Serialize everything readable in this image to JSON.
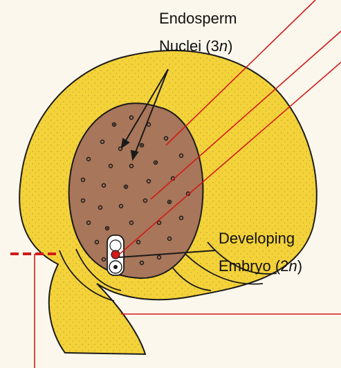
{
  "labels": {
    "endosperm_line1": "Endosperm",
    "endosperm_line2_prefix": "Nuclei (3",
    "endosperm_line2_n": "n",
    "endosperm_line2_suffix": ")",
    "embryo_line1": "Developing",
    "embryo_line2_prefix": "Embryo (2",
    "embryo_line2_n": "n",
    "embryo_line2_suffix": ")"
  },
  "colors": {
    "integument_yellow": "#f4d23a",
    "endosperm_brown": "#a8765a",
    "pointer_red": "#d11a1a",
    "outline": "#1a1a1a",
    "background": "#fbf7ec"
  }
}
